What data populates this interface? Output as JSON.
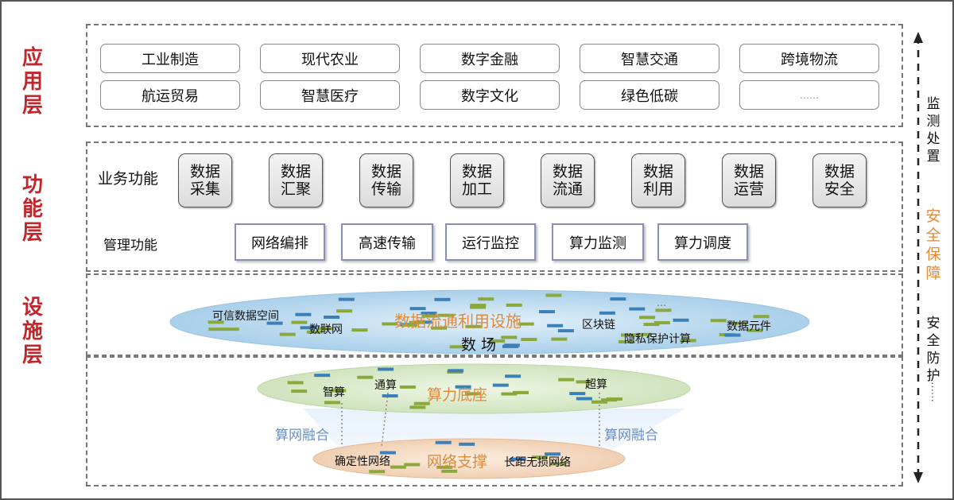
{
  "layers": {
    "application": "应用层",
    "function": "功能层",
    "infrastructure": "设施层"
  },
  "applications": [
    "工业制造",
    "现代农业",
    "数字金融",
    "智慧交通",
    "跨境物流",
    "航运贸易",
    "智慧医疗",
    "数字文化",
    "绿色低碳",
    "……"
  ],
  "business": {
    "label": "业务功能",
    "items": [
      {
        "line1": "数据",
        "line2": "采集"
      },
      {
        "line1": "数据",
        "line2": "汇聚"
      },
      {
        "line1": "数据",
        "line2": "传输"
      },
      {
        "line1": "数据",
        "line2": "加工"
      },
      {
        "line1": "数据",
        "line2": "流通"
      },
      {
        "line1": "数据",
        "line2": "利用"
      },
      {
        "line1": "数据",
        "line2": "运营"
      },
      {
        "line1": "数据",
        "line2": "安全"
      }
    ]
  },
  "management": {
    "label": "管理功能",
    "items": [
      "网络编排",
      "高速传输",
      "运行监控",
      "算力监测",
      "算力调度"
    ]
  },
  "data_field": {
    "title": "数据流通利用设施",
    "subtitle": "数 场",
    "labels": [
      "可信数据空间",
      "数联网",
      "区块链",
      "隐私保护计算",
      "数据元件",
      "…"
    ]
  },
  "compute": {
    "title": "算力底座",
    "labels": [
      "智算",
      "通算",
      "超算"
    ],
    "fusion_left": "算网融合",
    "fusion_right": "算网融合"
  },
  "network": {
    "title": "网络支撑",
    "labels": [
      "确定性网络",
      "长距无损网络"
    ]
  },
  "security": {
    "top": "监测处置",
    "middle": "安全保障",
    "bottom": "安全防护",
    "ellipsis": "……"
  },
  "colors": {
    "layer_label": "#c0272d",
    "orange_title": "#e08a3c",
    "fusion": "#6b8fc4",
    "field_fill": "#b9d9f0",
    "compute_fill": "#d9ecc8",
    "network_fill": "#f7dcc4"
  }
}
